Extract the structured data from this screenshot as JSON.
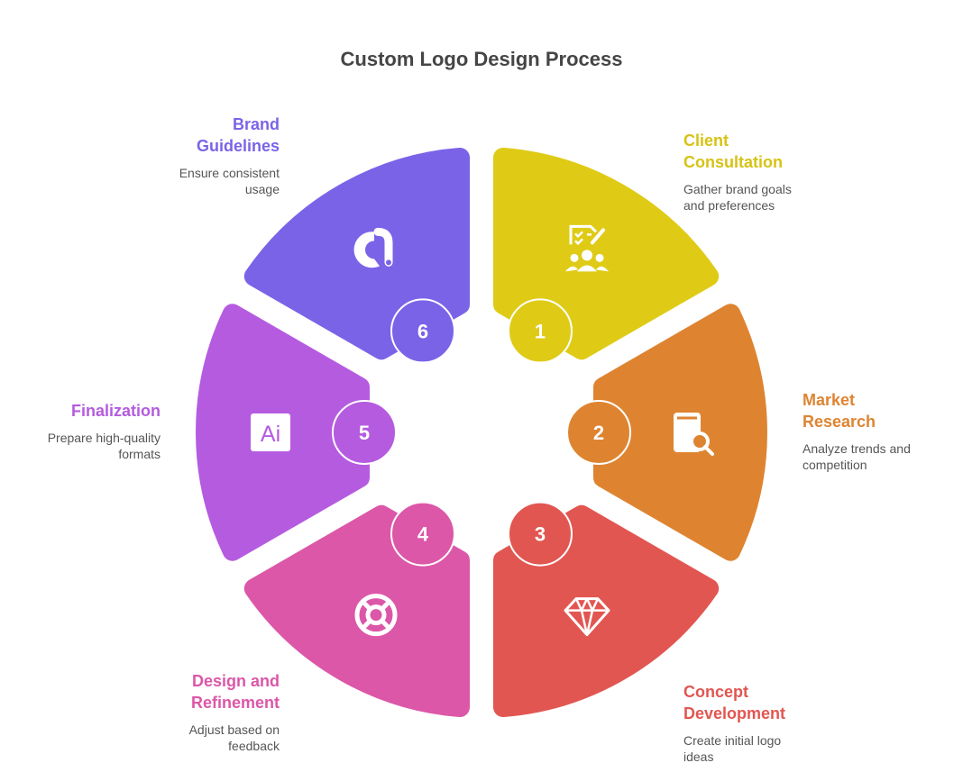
{
  "title": "Custom Logo Design Process",
  "steps": [
    {
      "num": "1",
      "title_lines": [
        "Client",
        "Consultation"
      ],
      "desc_lines": [
        "Gather brand goals",
        "and preferences"
      ],
      "color": "#DFCB16",
      "label_color": "#D6C314",
      "icon": "checklist-team-icon"
    },
    {
      "num": "2",
      "title_lines": [
        "Market",
        "Research"
      ],
      "desc_lines": [
        "Analyze trends and",
        "competition"
      ],
      "color": "#DE8431",
      "label_color": "#DE8431",
      "icon": "document-search-icon"
    },
    {
      "num": "3",
      "title_lines": [
        "Concept",
        "Development"
      ],
      "desc_lines": [
        "Create initial logo",
        "ideas"
      ],
      "color": "#E25651",
      "label_color": "#E25651",
      "icon": "diamond-icon"
    },
    {
      "num": "4",
      "title_lines": [
        "Design and",
        "Refinement"
      ],
      "desc_lines": [
        "Adjust based on",
        "feedback"
      ],
      "color": "#DC57A8",
      "label_color": "#DC57A8",
      "icon": "lifebuoy-icon"
    },
    {
      "num": "5",
      "title_lines": [
        "Finalization"
      ],
      "desc_lines": [
        "Prepare high-quality",
        "formats"
      ],
      "color": "#B55BE0",
      "label_color": "#B55BE0",
      "icon": "adobe-illustrator-icon",
      "icon_text": "Ai"
    },
    {
      "num": "6",
      "title_lines": [
        "Brand",
        "Guidelines"
      ],
      "desc_lines": [
        "Ensure consistent",
        "usage"
      ],
      "color": "#7B63E8",
      "label_color": "#7B63E8",
      "icon": "brand-logo-icon"
    }
  ]
}
